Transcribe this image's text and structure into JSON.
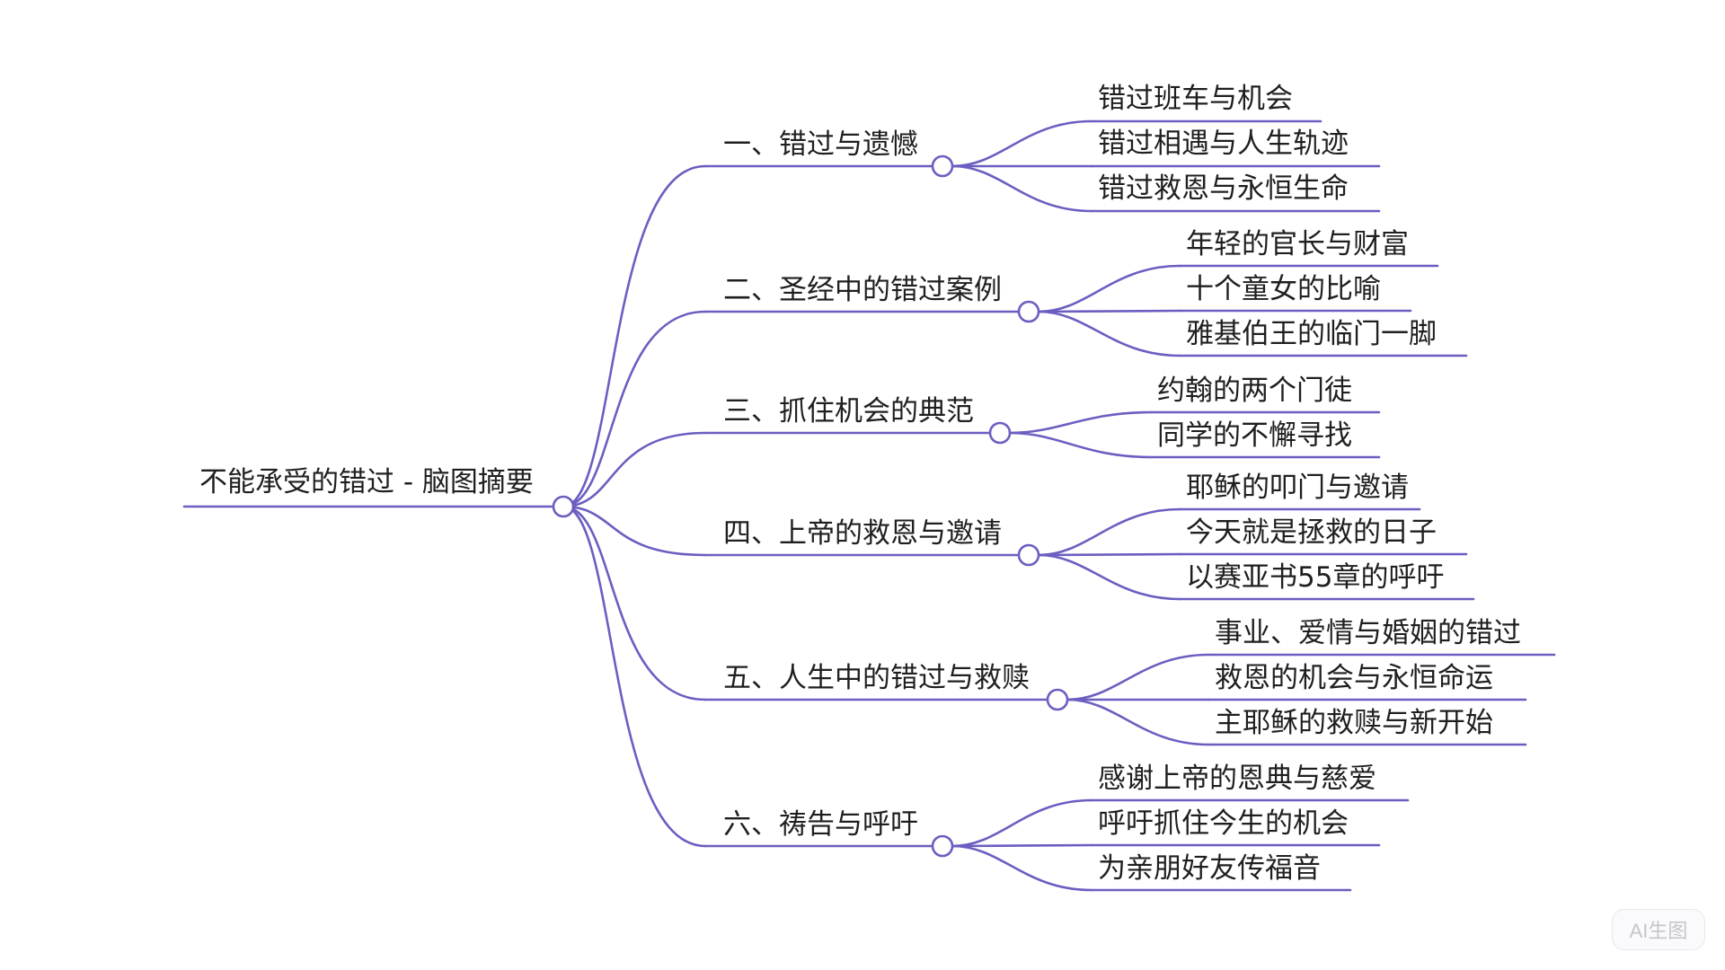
{
  "root": {
    "label": "不能承受的错过 - 脑图摘要"
  },
  "colors": {
    "line": "#6a5fc1",
    "node_fill": "#ffffff",
    "text": "#1f1f1f"
  },
  "branches": [
    {
      "label": "一、错过与遗憾",
      "children": [
        "错过班车与机会",
        "错过相遇与人生轨迹",
        "错过救恩与永恒生命"
      ]
    },
    {
      "label": "二、圣经中的错过案例",
      "children": [
        "年轻的官长与财富",
        "十个童女的比喻",
        "雅基伯王的临门一脚"
      ]
    },
    {
      "label": "三、抓住机会的典范",
      "children": [
        "约翰的两个门徒",
        "同学的不懈寻找"
      ]
    },
    {
      "label": "四、上帝的救恩与邀请",
      "children": [
        "耶稣的叩门与邀请",
        "今天就是拯救的日子",
        "以赛亚书55章的呼吁"
      ]
    },
    {
      "label": "五、人生中的错过与救赎",
      "children": [
        "事业、爱情与婚姻的错过",
        "救恩的机会与永恒命运",
        "主耶稣的救赎与新开始"
      ]
    },
    {
      "label": "六、祷告与呼吁",
      "children": [
        "感谢上帝的恩典与慈爱",
        "呼吁抓住今生的机会",
        "为亲朋好友传福音"
      ]
    }
  ],
  "watermark": "AI生图"
}
